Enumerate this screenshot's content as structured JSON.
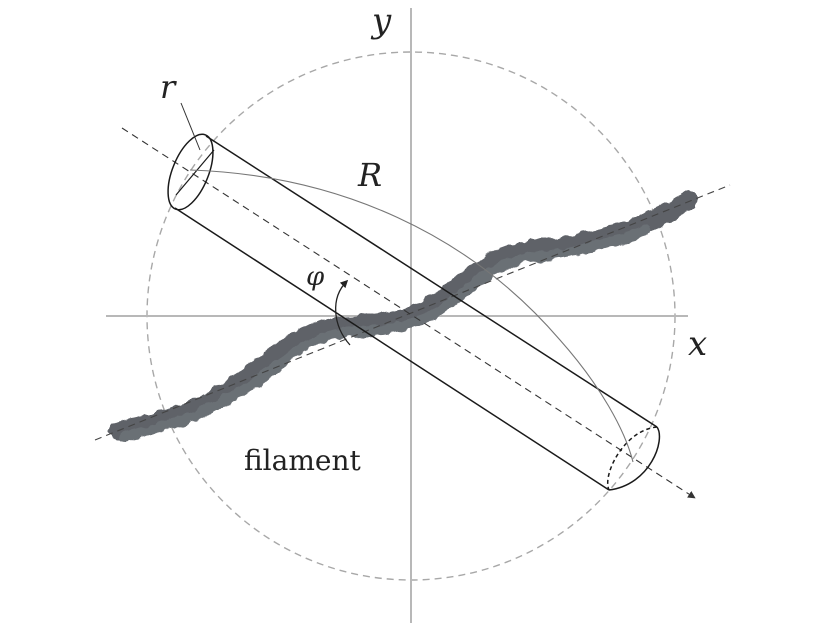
{
  "labels": {
    "y_axis": "y",
    "x_axis": "x",
    "radius_small": "r",
    "radius_big": "R",
    "angle": "φ",
    "filament": "filament"
  },
  "colors": {
    "axis": "#b8b8b8",
    "dashed_circle": "#a8a8a8",
    "cylinder": "#1a1a1a",
    "filament": "#5e6268",
    "background": "#ffffff"
  }
}
